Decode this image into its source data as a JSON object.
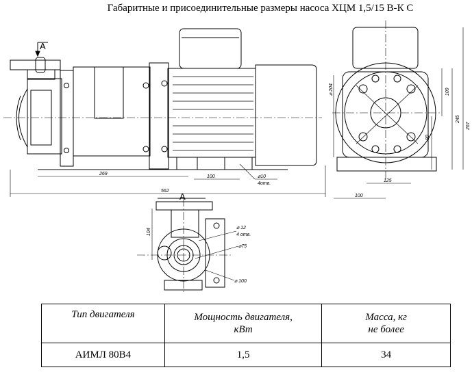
{
  "title": "Габаритные и присоединительные размеры насоса ХЦМ 1,5/15 В-К С",
  "view_label": "А",
  "dimensions": {
    "d204": "⌀ 204",
    "d10": "⌀10",
    "d10_count": "4отв.",
    "d12": "⌀ 12",
    "d12_count": "4 отв.",
    "d75": "⌀75",
    "d100": "⌀ 100",
    "l269": "269",
    "l100_bolts": "100",
    "l562": "562",
    "l104": "104",
    "l109": "109",
    "l245": "245",
    "l267": "267",
    "l80": "80",
    "l125": "125",
    "l100_base": "100"
  },
  "table": {
    "headers": [
      "Тип двигателя",
      "Мощность двигателя,",
      "кВт",
      "Масса, кг",
      "не более"
    ],
    "rows": [
      {
        "motor": "АИМЛ 80В4",
        "power": "1,5",
        "mass": "34"
      }
    ]
  }
}
